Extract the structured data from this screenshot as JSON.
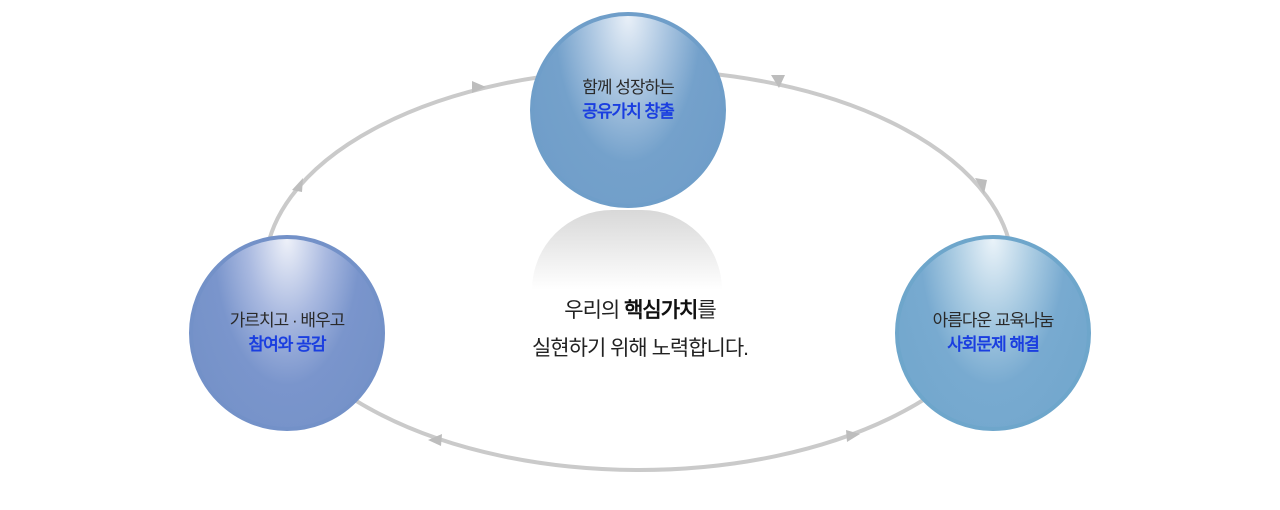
{
  "nodes": {
    "top": {
      "line1": "함께 성장하는",
      "line2": "공유가치 창출"
    },
    "left": {
      "line1": "가르치고 · 배우고",
      "line2": "참여와 공감"
    },
    "right": {
      "line1": "아름다운 교육나눔",
      "line2": "사회문제 해결"
    }
  },
  "center": {
    "line1_pre": "우리의 ",
    "line1_bold": "핵심가치",
    "line1_post": "를",
    "line2": "실현하기 위해 노력합니다."
  },
  "colors": {
    "highlight_text": "#1a3ee0",
    "ring": "#c8c8c8"
  }
}
